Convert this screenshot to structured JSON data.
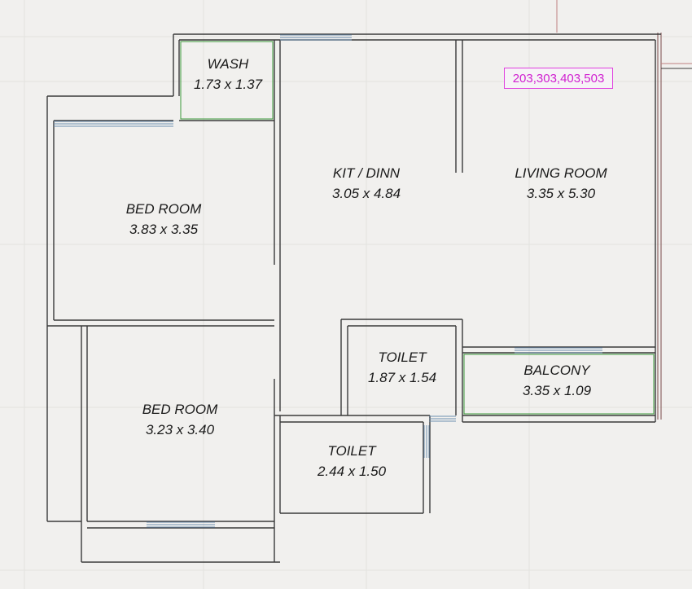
{
  "flat_numbers": "203,303,403,503",
  "rooms": [
    {
      "id": "wash",
      "name": "WASH",
      "size": "1.73 x 1.37"
    },
    {
      "id": "kit-dinn",
      "name": "KIT / DINN",
      "size": "3.05 x 4.84"
    },
    {
      "id": "living-room",
      "name": "LIVING ROOM",
      "size": "3.35 x 5.30"
    },
    {
      "id": "bed-room-1",
      "name": "BED ROOM",
      "size": "3.83 x 3.35"
    },
    {
      "id": "toilet-1",
      "name": "TOILET",
      "size": "1.87 x 1.54"
    },
    {
      "id": "balcony",
      "name": "BALCONY",
      "size": "3.35 x 1.09"
    },
    {
      "id": "bed-room-2",
      "name": "BED ROOM",
      "size": "3.23 x 3.40"
    },
    {
      "id": "toilet-2",
      "name": "TOILET",
      "size": "2.44 x 1.50"
    }
  ],
  "colors": {
    "walls": "#3a3a3a",
    "windows": "#6d8fb0",
    "wet_area_outline": "#3a9a3a",
    "flat_number_label": "#d020d0"
  }
}
